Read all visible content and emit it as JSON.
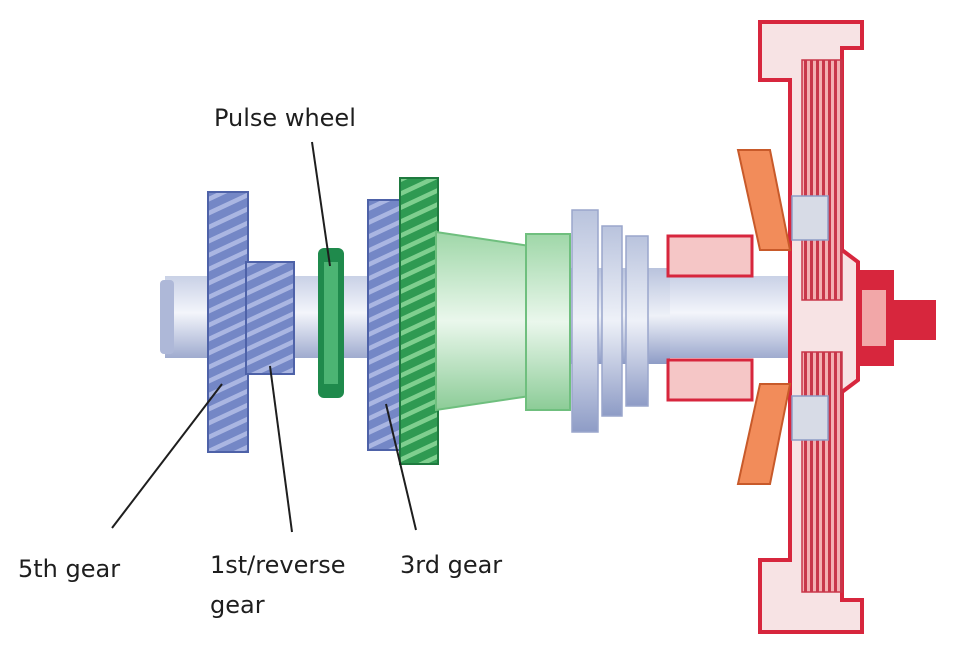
{
  "labels": {
    "pulse_wheel": "Pulse wheel",
    "fifth_gear": "5th gear",
    "first_reverse_line1": "1st/reverse",
    "first_reverse_line2": "gear",
    "third_gear": "3rd gear"
  },
  "colors": {
    "gear_blue": "#6f82c4",
    "gear_blue_dark": "#4e62a8",
    "shaft_light": "#d6dcec",
    "pulse_green": "#1f8a4c",
    "gear_green": "#3fa85e",
    "gear_green_light": "#a6dcae",
    "clutch_red": "#d7263d",
    "clutch_pink": "#f2a7a8",
    "clutch_orange": "#f28c5a",
    "leader_line": "#1e1e1e"
  }
}
